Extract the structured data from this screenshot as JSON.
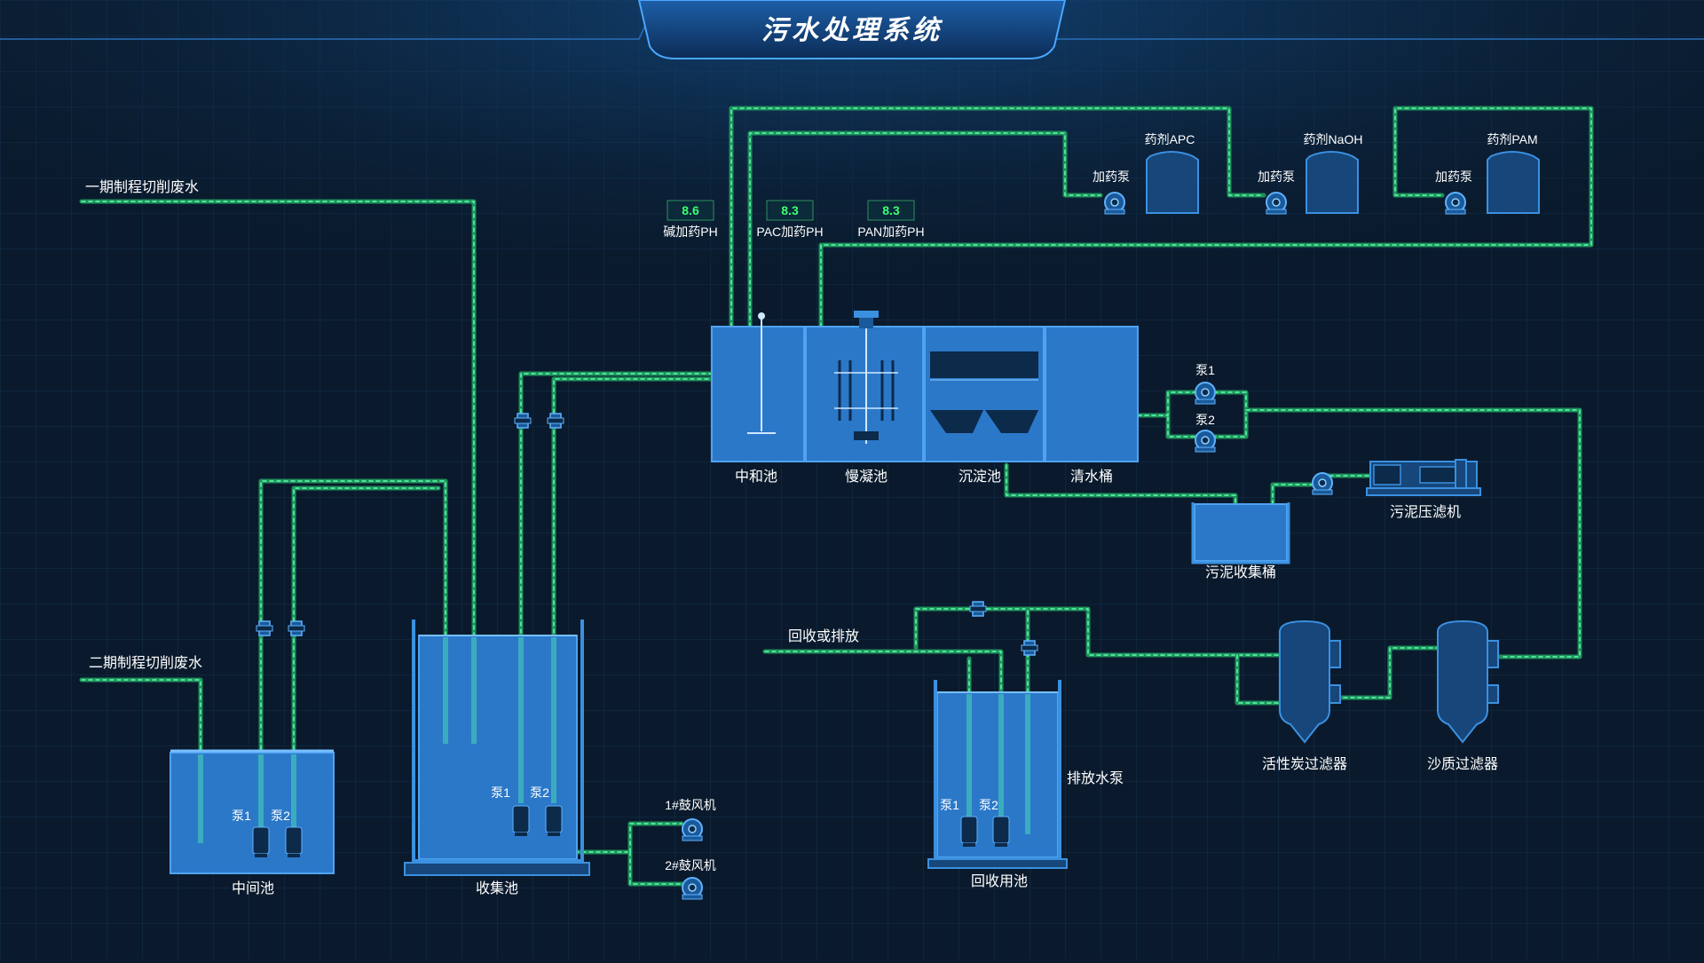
{
  "header": {
    "title": "污水处理系统"
  },
  "inlets": {
    "phase1": "一期制程切削废水",
    "phase2": "二期制程切削废水",
    "recycle": "回收或排放"
  },
  "ph_indicators": [
    {
      "value": "8.6",
      "label": "碱加药PH"
    },
    {
      "value": "8.3",
      "label": "PAC加药PH"
    },
    {
      "value": "8.3",
      "label": "PAN加药PH"
    }
  ],
  "dosing": [
    {
      "pump_label": "加药泵",
      "tank_label": "药剂APC"
    },
    {
      "pump_label": "加药泵",
      "tank_label": "药剂NaOH"
    },
    {
      "pump_label": "加药泵",
      "tank_label": "药剂PAM"
    }
  ],
  "process_tanks": {
    "neutral": "中和池",
    "coag": "慢凝池",
    "settle": "沉淀池",
    "clear": "清水桶"
  },
  "transfer_pumps": {
    "p1": "泵1",
    "p2": "泵2"
  },
  "sludge": {
    "bucket": "污泥收集桶",
    "press": "污泥压滤机"
  },
  "filters": {
    "carbon": "活性炭过滤器",
    "sand": "沙质过滤器"
  },
  "pools": {
    "middle": {
      "name": "中间池",
      "pump1": "泵1",
      "pump2": "泵2"
    },
    "collect": {
      "name": "收集池",
      "pump1": "泵1",
      "pump2": "泵2"
    },
    "recovery": {
      "name": "回收用池",
      "pump1": "泵1",
      "pump2": "泵2",
      "discharge": "排放水泵"
    }
  },
  "blowers": {
    "b1": "1#鼓风机",
    "b2": "2#鼓风机"
  },
  "colors": {
    "background": "#0a1a2c",
    "pipe": "#1f8f5a",
    "tank": "#2b78c9",
    "ph_text": "#3cff70"
  }
}
